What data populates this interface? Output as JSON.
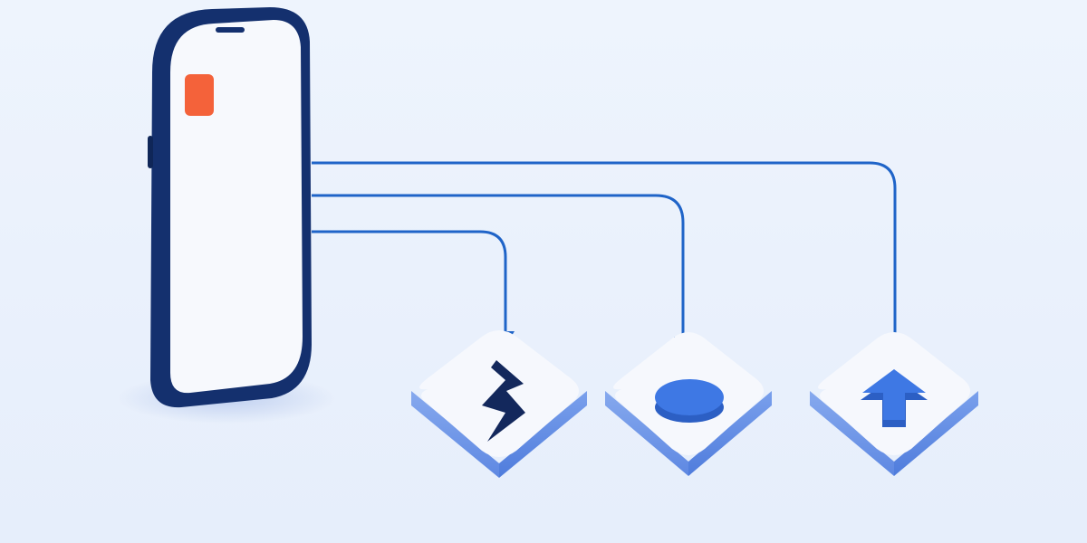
{
  "diagram": {
    "device": {
      "kind": "smartphone",
      "frame_color": "#14306e",
      "screen_color": "#f7f9fd",
      "app_badge_color": "#f4623a"
    },
    "connector_color": "#1f64c8",
    "tiles": [
      {
        "name": "lightning-tile",
        "icon": "lightning-icon",
        "icon_color": "#13285c"
      },
      {
        "name": "disc-tile",
        "icon": "disc-icon",
        "icon_color": "#3e78e4"
      },
      {
        "name": "upload-tile",
        "icon": "arrow-up-icon",
        "icon_color": "#3e78e4"
      }
    ],
    "tile_top_color": "#f6f8fd",
    "tile_side_color": "#6d97ea"
  }
}
